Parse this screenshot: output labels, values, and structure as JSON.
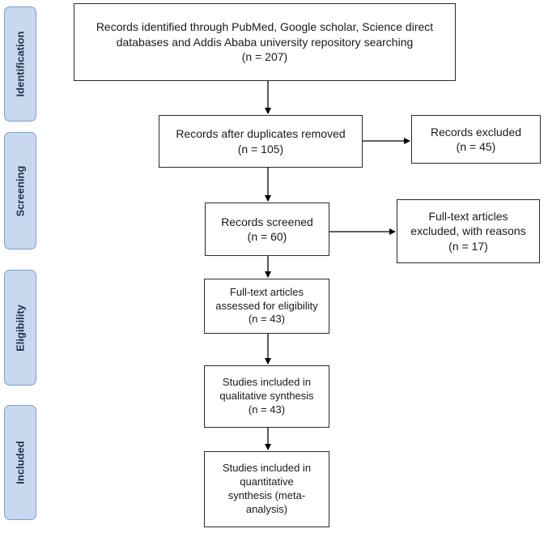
{
  "stages": [
    {
      "id": "identification",
      "label": "Identification"
    },
    {
      "id": "screening",
      "label": "Screening"
    },
    {
      "id": "eligibility",
      "label": "Eligibility"
    },
    {
      "id": "included",
      "label": "Included"
    }
  ],
  "boxes": {
    "identified": "Records identified through PubMed, Google scholar, Science direct\ndatabases and Addis Ababa university repository searching\n(n = 207)",
    "after_duplicates": "Records after duplicates removed\n(n = 105)",
    "excluded": "Records excluded\n(n = 45)",
    "screened": "Records screened\n(n = 60)",
    "fulltext_excluded": "Full-text articles\nexcluded, with reasons\n(n = 17)",
    "eligibility": "Full-text articles\nassessed for eligibility\n(n = 43)",
    "qualitative": "Studies included in\nqualitative synthesis\n(n = 43)",
    "quantitative": "Studies included in\nquantitative\nsynthesis (meta-\nanalysis)"
  },
  "colors": {
    "stage_fill": "#c8d9ef",
    "stage_border": "#7f9fc6",
    "box_border": "#2a2a2a",
    "arrow": "#000000"
  }
}
